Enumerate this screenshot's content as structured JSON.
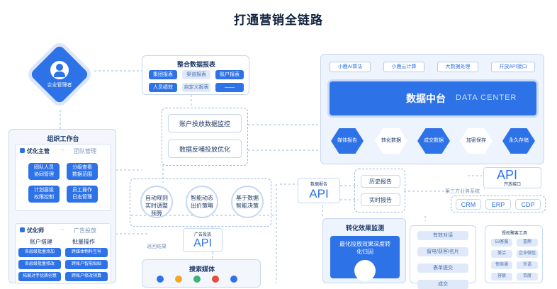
{
  "title": "打通营销全链路",
  "admin": {
    "label": "企业管理者"
  },
  "report": {
    "title": "整合数据报表",
    "items": [
      "集团报表",
      "渠道报表",
      "账户报表",
      "人员绩效",
      "自定义报表",
      "——"
    ]
  },
  "monitor": {
    "item1": "账户投放数据监控",
    "item2": "数据反哺投放优化"
  },
  "org": {
    "title": "组织工作台",
    "row1_left": "优化主管",
    "row1_right": "团队管理",
    "grid": [
      "团队人员协同管理",
      "分级查看数据范围",
      "计划层级权限控制",
      "员工操作日志管理"
    ],
    "row2_left": "优化师",
    "row2_right": "广告投放",
    "col_left": "账户搭建",
    "col_right": "批量操作",
    "tags": [
      "各层级批量添加",
      "跨媒体物料互导",
      "各层级批量修改",
      "跨账户智能贴贴",
      "拓展对手优质创意",
      "跨账户修改预算"
    ]
  },
  "rules": [
    "自动规则实时调整预算",
    "智能动态出价策略",
    "基于数据智能决策"
  ],
  "return_label": "返回结果",
  "api_ad": {
    "small": "广告投放",
    "big": "API"
  },
  "search_media": "搜索媒体",
  "api_data": {
    "small": "数据报告",
    "big": "API"
  },
  "history_report": "历史报告",
  "realtime_report": "实时报告",
  "dc": {
    "top": [
      "小鹿AI算法",
      "小鹿云计算",
      "大数据处理",
      "开放API接口"
    ],
    "main": "数据中台",
    "main_en": "DATA CENTER",
    "hex": [
      "媒体报告",
      "转化数据",
      "成交数据",
      "加密保存",
      "永久存储"
    ]
  },
  "api_open": {
    "big": "API",
    "small": "开放接口"
  },
  "third": {
    "label": "第三方业务系统",
    "items": [
      "CRM",
      "ERP",
      "CDP"
    ]
  },
  "conv": {
    "title": "转化效果监测",
    "subtitle": "最化投放效果深度转化归因"
  },
  "conv_list": [
    "有效对话",
    "留电/获客/名片",
    "表单提交",
    "成交"
  ],
  "tools": {
    "title": "授权聚客工具",
    "items": [
      "53客服",
      "喜鹊",
      "美洽",
      "企业微信",
      "快商通",
      "乐语",
      "容联",
      "百度"
    ]
  },
  "colors": {
    "primary": "#2e72e8",
    "title": "#0f1f3d",
    "panel_bg": "#f3f7fd",
    "line": "#9fb8dd"
  }
}
